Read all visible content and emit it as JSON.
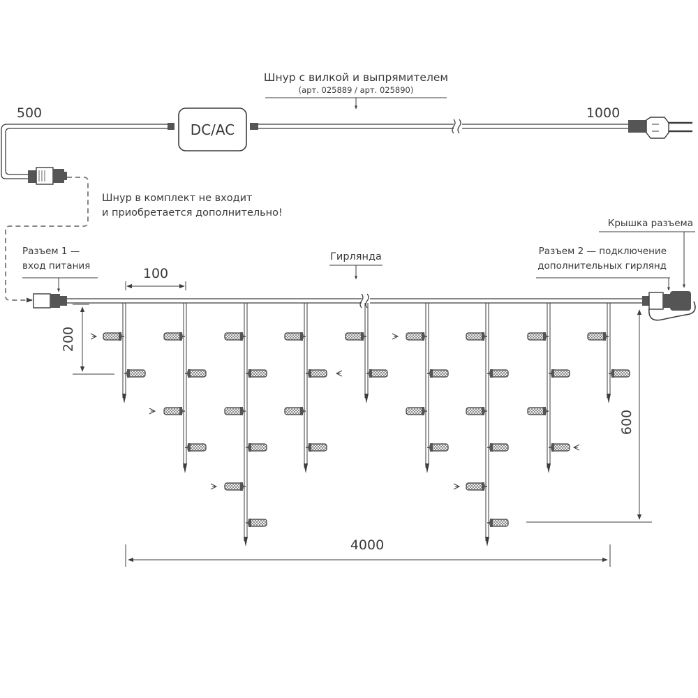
{
  "labels": {
    "cord_title": "Шнур с вилкой и выпрямителем",
    "cord_art": "(арт. 025889 /  арт. 025890)",
    "rectifier": "DC/AC",
    "dim_500": "500",
    "dim_1000": "1000",
    "not_included_1": "Шнур в комплект не входит",
    "not_included_2": "и приобретается дополнительно!",
    "cap": "Крышка разъема",
    "connector1_1": "Разъем 1 —",
    "connector1_2": "вход питания",
    "connector2_1": "Разъем 2 — подключение",
    "connector2_2": "дополнительных гирлянд",
    "garland": "Гирлянда",
    "dim_100": "100",
    "dim_200": "200",
    "dim_600": "600",
    "dim_4000": "4000"
  },
  "colors": {
    "line": "#3c3c3c",
    "dashed": "#777777",
    "text": "#3a3a3a",
    "connector_fill": "#555555"
  }
}
